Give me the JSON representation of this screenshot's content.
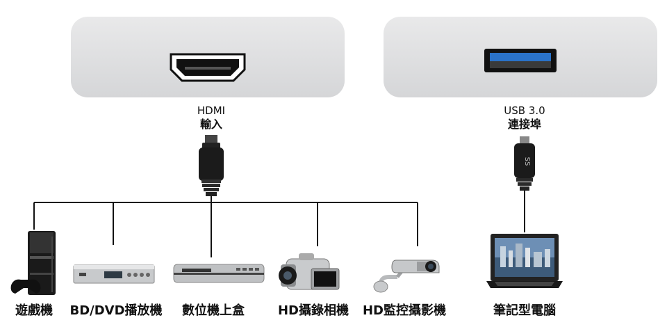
{
  "hdmi": {
    "label_en": "HDMI",
    "label_zh": "輸入"
  },
  "usb": {
    "label_en": "USB 3.0",
    "label_zh": "連接埠"
  },
  "devices": [
    {
      "label": "遊戲機"
    },
    {
      "label": "BD/DVD播放機"
    },
    {
      "label": "數位機上盒"
    },
    {
      "label": "HD攝錄相機"
    },
    {
      "label": "HD監控攝影機"
    },
    {
      "label": "筆記型電腦"
    }
  ],
  "colors": {
    "usb_blue": "#2a72c8",
    "panel": "#dcdddf",
    "cable": "#1b1b1b"
  }
}
